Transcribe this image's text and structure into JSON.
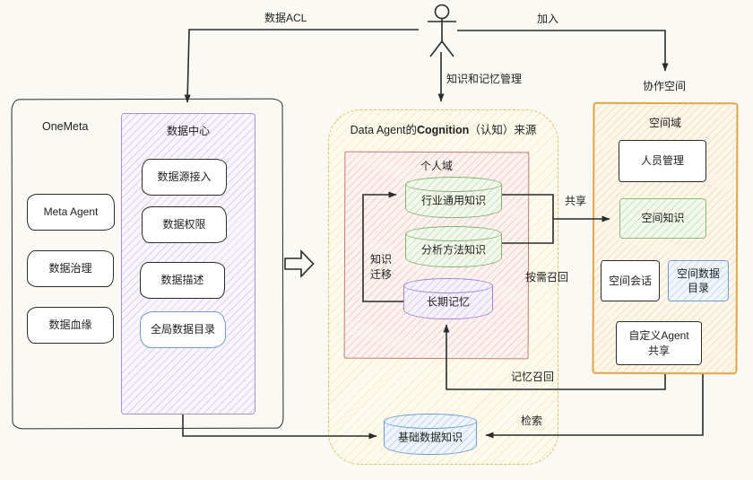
{
  "colors": {
    "ink": "#1e1e1e",
    "purple": "#9a7fd1",
    "blue": "#6f9bd2",
    "green": "#85b271",
    "red": "#c0625c",
    "yellow_dashed": "#dfc266",
    "orange": "#e2a648",
    "background": "#faf9f4"
  },
  "edges": {
    "data_acl": "数据ACL",
    "join": "加入",
    "knowledge_memory": "知识和记忆管理",
    "collab_space": "协作空间",
    "share": "共享",
    "on_demand_recall": "按需召回",
    "knowledge_transfer": "知识迁移",
    "memory_recall": "记忆召回",
    "retrieve": "检索"
  },
  "onemeta": {
    "title": "OneMeta",
    "items": [
      {
        "label": "Meta Agent"
      },
      {
        "label": "数据治理"
      },
      {
        "label": "数据血缘"
      }
    ],
    "data_center": {
      "title": "数据中心",
      "items": [
        {
          "label": "数据源接入"
        },
        {
          "label": "数据权限"
        },
        {
          "label": "数据描述"
        }
      ],
      "global_catalog": "全局数据目录"
    }
  },
  "cognition": {
    "title": {
      "prefix": "Data Agent的",
      "bold": "Cognition",
      "suffix": "（认知）来源"
    },
    "personal_domain": {
      "title": "个人域",
      "industry_knowledge": "行业通用知识",
      "analysis_knowledge": "分析方法知识",
      "long_term_memory": "长期记忆"
    },
    "base_data_knowledge": "基础数据知识"
  },
  "space_domain": {
    "title": "空间域",
    "member_mgmt": "人员管理",
    "space_knowledge": "空间知识",
    "space_session": "空间会话",
    "space_data_catalog": "空间数据目录",
    "custom_agent_share": "自定义Agent共享"
  }
}
